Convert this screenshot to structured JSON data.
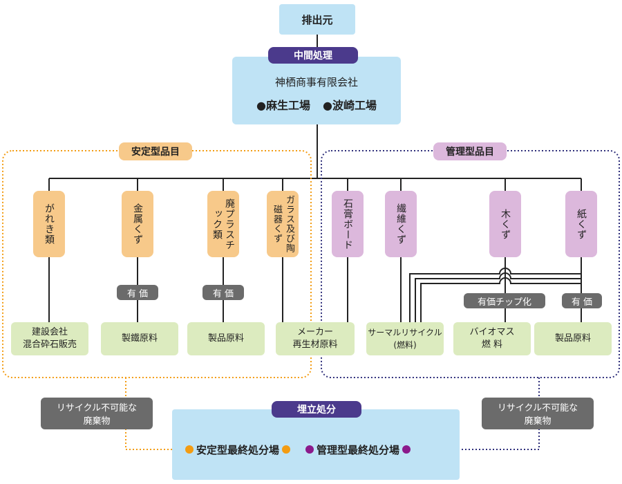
{
  "source": {
    "label": "排出元"
  },
  "intermediate": {
    "tag": "中間処理",
    "company": "神栖商事有限会社",
    "plants": [
      {
        "label": "●麻生工場"
      },
      {
        "label": "●波崎工場"
      }
    ]
  },
  "stable_group": {
    "tag": "安定型品目"
  },
  "managed_group": {
    "tag": "管理型品目"
  },
  "categories": [
    {
      "label": "がれき類",
      "color": "#f7c98a"
    },
    {
      "label": "金属くず",
      "color": "#f7c98a"
    },
    {
      "label": "廃プラスチック類",
      "color": "#f7c98a"
    },
    {
      "label": "ガラス及び陶磁器くず",
      "color": "#f7c98a"
    },
    {
      "label": "石膏ボード",
      "color": "#dcb8dc"
    },
    {
      "label": "繊維くず",
      "color": "#dcb8dc"
    },
    {
      "label": "木くず",
      "color": "#dcb8dc"
    },
    {
      "label": "紙くず",
      "color": "#dcb8dc"
    }
  ],
  "badges": [
    {
      "label": "有 価"
    },
    {
      "label": "有 価"
    },
    {
      "label": "有価チップ化"
    },
    {
      "label": "有 価"
    }
  ],
  "outputs": [
    {
      "line1": "建設会社",
      "line2": "混合砕石販売"
    },
    {
      "line1": "製鐵原料",
      "line2": ""
    },
    {
      "line1": "製品原料",
      "line2": ""
    },
    {
      "line1": "メーカー",
      "line2": "再生材原料"
    },
    {
      "line1": "サーマルリサイクル",
      "line2": "(燃料)"
    },
    {
      "line1": "バイオマス",
      "line2": "燃 料"
    },
    {
      "line1": "製品原料",
      "line2": ""
    }
  ],
  "non_recyclable": [
    {
      "line1": "リサイクル不可能な",
      "line2": "廃棄物"
    },
    {
      "line1": "リサイクル不可能な",
      "line2": "廃棄物"
    }
  ],
  "landfill": {
    "tag": "埋立処分",
    "stable": "安定型最終処分場",
    "managed": "管理型最終処分場"
  },
  "colors": {
    "stable_accent": "#f39c12",
    "managed_accent": "#8b1a8b",
    "managed_border": "#2e2e7a"
  }
}
